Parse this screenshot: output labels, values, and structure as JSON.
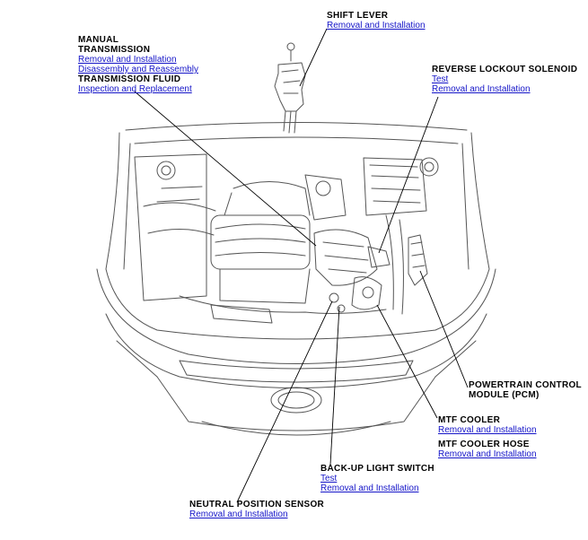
{
  "callouts": {
    "shift_lever": {
      "title": "SHIFT LEVER",
      "links": [
        "Removal and Installation"
      ]
    },
    "manual_transmission": {
      "title_line1": "MANUAL",
      "title_line2": "TRANSMISSION",
      "links": [
        "Removal and Installation",
        "Disassembly and Reassembly"
      ],
      "title2": "TRANSMISSION FLUID",
      "links2": [
        "Inspection and Replacement"
      ]
    },
    "reverse_lockout_solenoid": {
      "title": "REVERSE LOCKOUT SOLENOID",
      "links": [
        "Test",
        "Removal and Installation"
      ]
    },
    "pcm": {
      "title_line1": "POWERTRAIN CONTROL",
      "title_line2": "MODULE (PCM)"
    },
    "mtf_cooler": {
      "title": "MTF COOLER",
      "links": [
        "Removal and Installation"
      ],
      "title2": "MTF COOLER HOSE",
      "links2": [
        "Removal and Installation"
      ]
    },
    "backup_light_switch": {
      "title": "BACK-UP LIGHT SWITCH",
      "links": [
        "Test",
        "Removal and Installation"
      ]
    },
    "neutral_position_sensor": {
      "title": "NEUTRAL POSITION SENSOR",
      "links": [
        "Removal and Installation"
      ]
    }
  },
  "colors": {
    "link": "#1515c8",
    "text": "#000000",
    "line": "#555555",
    "leader": "#000000"
  }
}
